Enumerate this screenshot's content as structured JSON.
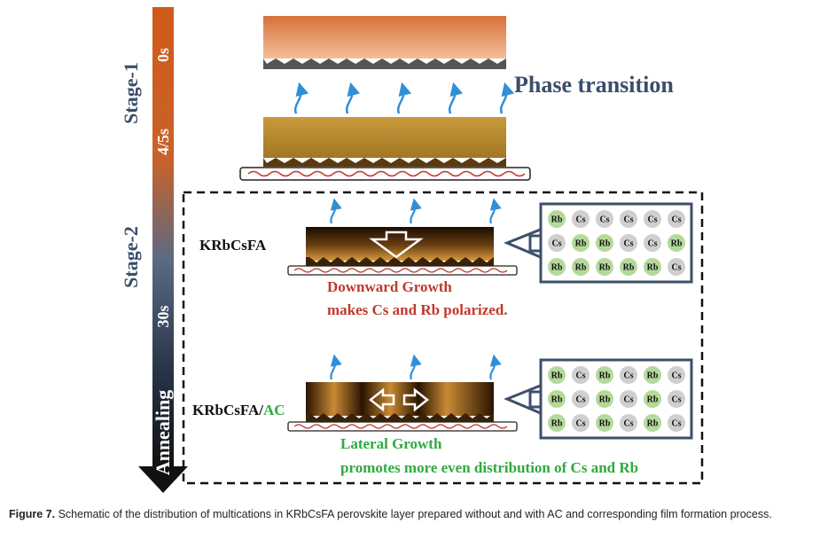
{
  "timeline": {
    "stage1_label": "Stage-1",
    "stage2_label": "Stage-2",
    "t0": "0s",
    "t1": "4/5s",
    "t2": "30s",
    "annealing": "Annealing"
  },
  "phase_transition": "Phase transition",
  "panel_top": {
    "sample_label": "KRbCsFA",
    "caption_line1": "Downward Growth",
    "caption_line2": "makes Cs and Rb polarized.",
    "ion_grid": [
      [
        "Rb",
        "Cs",
        "Cs",
        "Cs",
        "Cs",
        "Cs"
      ],
      [
        "Cs",
        "Rb",
        "Rb",
        "Cs",
        "Cs",
        "Rb"
      ],
      [
        "Rb",
        "Rb",
        "Rb",
        "Rb",
        "Rb",
        "Cs"
      ]
    ]
  },
  "panel_bottom": {
    "sample_label_main": "KRbCsFA/",
    "sample_label_suffix": "AC",
    "caption_line1": "Lateral Growth",
    "caption_line2": "promotes more even distribution of Cs and Rb",
    "ion_grid": [
      [
        "Rb",
        "Cs",
        "Rb",
        "Cs",
        "Rb",
        "Cs"
      ],
      [
        "Rb",
        "Cs",
        "Rb",
        "Cs",
        "Rb",
        "Cs"
      ],
      [
        "Rb",
        "Cs",
        "Rb",
        "Cs",
        "Rb",
        "Cs"
      ]
    ]
  },
  "colors": {
    "rb_fill": "#b5d99a",
    "cs_fill": "#cfcfcf",
    "red_text": "#c0392b",
    "green_text": "#2eaa3f",
    "arrow_blue": "#2f8fd8",
    "grid_border": "#3d4f6a"
  },
  "figure_caption": {
    "label": "Figure 7.",
    "text": "Schematic of the distribution of multications in KRbCsFA perovskite layer prepared without and with AC and corresponding film formation process."
  }
}
